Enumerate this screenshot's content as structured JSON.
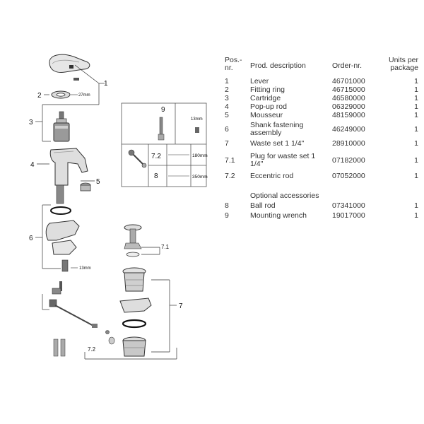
{
  "table": {
    "headers": {
      "pos_line1": "Pos.-",
      "pos_line2": "nr.",
      "desc": "Prod. description",
      "order": "Order-nr.",
      "units_line1": "Units per",
      "units_line2": "package"
    },
    "rows": [
      {
        "pos": "1",
        "desc": "Lever",
        "order": "46701000",
        "units": "1"
      },
      {
        "pos": "2",
        "desc": "Fitting ring",
        "order": "46715000",
        "units": "1"
      },
      {
        "pos": "3",
        "desc": "Cartridge",
        "order": "46580000",
        "units": "1"
      },
      {
        "pos": "4",
        "desc": "Pop-up rod",
        "order": "06329000",
        "units": "1"
      },
      {
        "pos": "5",
        "desc": "Mousseur",
        "order": "48159000",
        "units": "1"
      },
      {
        "pos": "6",
        "desc": "Shank fastening assembly",
        "order": "46249000",
        "units": "1"
      },
      {
        "pos": "7",
        "desc": "Waste set 1 1/4\"",
        "order": "28910000",
        "units": "1"
      },
      {
        "pos": "7.1",
        "desc": "Plug for waste set 1 1/4\"",
        "order": "07182000",
        "units": "1"
      },
      {
        "pos": "7.2",
        "desc": "Eccentric rod",
        "order": "07052000",
        "units": "1"
      }
    ],
    "optional_heading": "Optional accessories",
    "optional_rows": [
      {
        "pos": "8",
        "desc": "Ball rod",
        "order": "07341000",
        "units": "1"
      },
      {
        "pos": "9",
        "desc": "Mounting wrench",
        "order": "19017000",
        "units": "1"
      }
    ]
  },
  "diagram": {
    "callouts": {
      "c1": "1",
      "c2": "2",
      "c3": "3",
      "c4": "4",
      "c5": "5",
      "c6": "6",
      "c7": "7",
      "c7_1": "7.1",
      "c7_2": "7.2"
    },
    "dims": {
      "ring": "27mm",
      "shank": "13mm",
      "wrench": "13mm"
    },
    "inset": {
      "label_9": "9",
      "label_9_dim": "13mm",
      "label_7_2": "7.2",
      "label_7_2_dim": "180mm",
      "label_8": "8",
      "label_8_dim": "350mm"
    }
  }
}
